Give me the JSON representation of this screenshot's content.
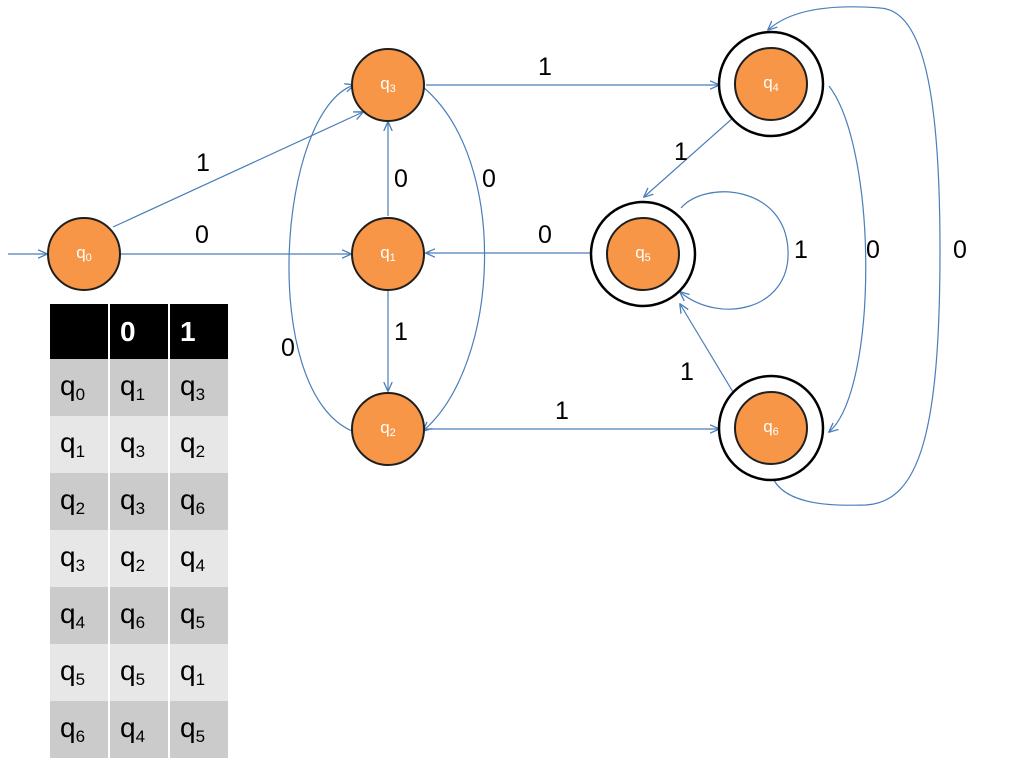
{
  "diagram": {
    "states": [
      {
        "id": "q0",
        "base": "q",
        "sub": "0",
        "accepting": false,
        "initial": true
      },
      {
        "id": "q1",
        "base": "q",
        "sub": "1",
        "accepting": false
      },
      {
        "id": "q2",
        "base": "q",
        "sub": "2",
        "accepting": false
      },
      {
        "id": "q3",
        "base": "q",
        "sub": "3",
        "accepting": false
      },
      {
        "id": "q4",
        "base": "q",
        "sub": "4",
        "accepting": true
      },
      {
        "id": "q5",
        "base": "q",
        "sub": "5",
        "accepting": true
      },
      {
        "id": "q6",
        "base": "q",
        "sub": "6",
        "accepting": true
      }
    ],
    "transitions": [
      {
        "from": "q0",
        "to": "q3",
        "label": "1"
      },
      {
        "from": "q0",
        "to": "q1",
        "label": "0"
      },
      {
        "from": "q1",
        "to": "q3",
        "label": "0"
      },
      {
        "from": "q1",
        "to": "q2",
        "label": "1"
      },
      {
        "from": "q2",
        "to": "q3",
        "label": "0"
      },
      {
        "from": "q3",
        "to": "q2",
        "label": "0"
      },
      {
        "from": "q3",
        "to": "q4",
        "label": "1"
      },
      {
        "from": "q2",
        "to": "q6",
        "label": "1"
      },
      {
        "from": "q4",
        "to": "q5",
        "label": "1"
      },
      {
        "from": "q4",
        "to": "q6",
        "label": "0"
      },
      {
        "from": "q6",
        "to": "q4",
        "label": "0"
      },
      {
        "from": "q5",
        "to": "q5",
        "label": "1"
      },
      {
        "from": "q5",
        "to": "q1",
        "label": "0"
      },
      {
        "from": "q6",
        "to": "q5",
        "label": "1"
      }
    ],
    "colors": {
      "node_fill": "#f79646",
      "edge": "#4a7ebb",
      "header_bg": "#000000",
      "row_dark": "#cbcbcb",
      "row_light": "#e7e7e7"
    }
  },
  "table": {
    "headers": [
      "",
      "0",
      "1"
    ],
    "rows": [
      [
        {
          "b": "q",
          "s": "0"
        },
        {
          "b": "q",
          "s": "1"
        },
        {
          "b": "q",
          "s": "3"
        }
      ],
      [
        {
          "b": "q",
          "s": "1"
        },
        {
          "b": "q",
          "s": "3"
        },
        {
          "b": "q",
          "s": "2"
        }
      ],
      [
        {
          "b": "q",
          "s": "2"
        },
        {
          "b": "q",
          "s": "3"
        },
        {
          "b": "q",
          "s": "6"
        }
      ],
      [
        {
          "b": "q",
          "s": "3"
        },
        {
          "b": "q",
          "s": "2"
        },
        {
          "b": "q",
          "s": "4"
        }
      ],
      [
        {
          "b": "q",
          "s": "4"
        },
        {
          "b": "q",
          "s": "6"
        },
        {
          "b": "q",
          "s": "5"
        }
      ],
      [
        {
          "b": "q",
          "s": "5"
        },
        {
          "b": "q",
          "s": "5"
        },
        {
          "b": "q",
          "s": "1"
        }
      ],
      [
        {
          "b": "q",
          "s": "6"
        },
        {
          "b": "q",
          "s": "4"
        },
        {
          "b": "q",
          "s": "5"
        }
      ]
    ]
  }
}
